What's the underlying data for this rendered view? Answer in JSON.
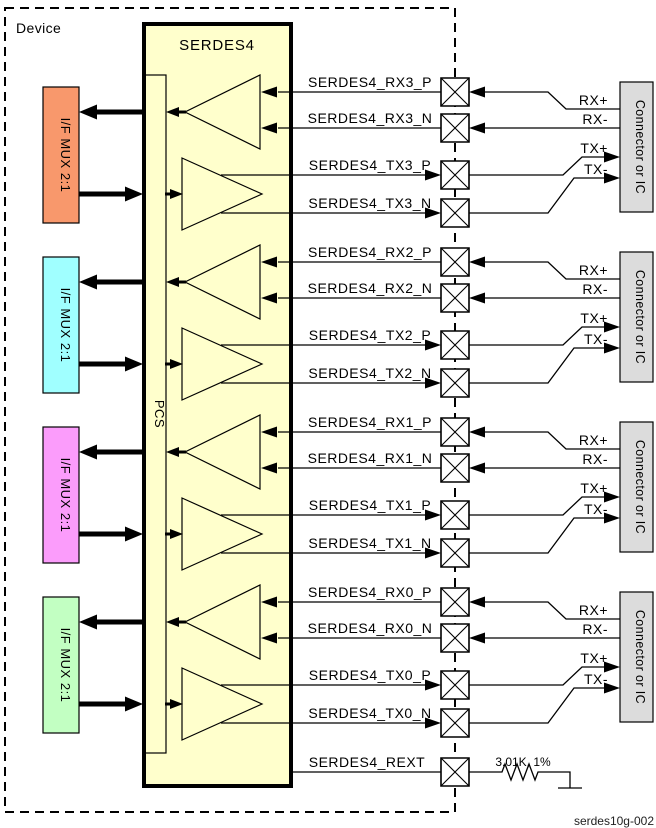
{
  "device_label": "Device",
  "serdes_block": {
    "title": "SERDES4",
    "pcs_label": "PCS"
  },
  "colors": {
    "serdes_fill": "#FFFFCC",
    "connector_fill": "#DCDCDC",
    "mux3": "#F8986C",
    "mux2": "#A0FFFF",
    "mux1": "#FB9CFB",
    "mux0": "#C2FFC2"
  },
  "mux_blocks": [
    {
      "label": "I/F MUX 2:1",
      "color": "#F8986C"
    },
    {
      "label": "I/F MUX 2:1",
      "color": "#A0FFFF"
    },
    {
      "label": "I/F MUX 2:1",
      "color": "#FB9CFB"
    },
    {
      "label": "I/F MUX 2:1",
      "color": "#C2FFC2"
    }
  ],
  "channels": [
    {
      "name": "3",
      "rx_p": "SERDES4_RX3_P",
      "rx_n": "SERDES4_RX3_N",
      "tx_p": "SERDES4_TX3_P",
      "tx_n": "SERDES4_TX3_N",
      "rx_plus": "RX+",
      "rx_minus": "RX-",
      "tx_plus": "TX+",
      "tx_minus": "TX-",
      "connector": "Connector or IC"
    },
    {
      "name": "2",
      "rx_p": "SERDES4_RX2_P",
      "rx_n": "SERDES4_RX2_N",
      "tx_p": "SERDES4_TX2_P",
      "tx_n": "SERDES4_TX2_N",
      "rx_plus": "RX+",
      "rx_minus": "RX-",
      "tx_plus": "TX+",
      "tx_minus": "TX-",
      "connector": "Connector or IC"
    },
    {
      "name": "1",
      "rx_p": "SERDES4_RX1_P",
      "rx_n": "SERDES4_RX1_N",
      "tx_p": "SERDES4_TX1_P",
      "tx_n": "SERDES4_TX1_N",
      "rx_plus": "RX+",
      "rx_minus": "RX-",
      "tx_plus": "TX+",
      "tx_minus": "TX-",
      "connector": "Connector or IC"
    },
    {
      "name": "0",
      "rx_p": "SERDES4_RX0_P",
      "rx_n": "SERDES4_RX0_N",
      "tx_p": "SERDES4_TX0_P",
      "tx_n": "SERDES4_TX0_N",
      "rx_plus": "RX+",
      "rx_minus": "RX-",
      "tx_plus": "TX+",
      "tx_minus": "TX-",
      "connector": "Connector or IC"
    }
  ],
  "rext": {
    "label": "SERDES4_REXT",
    "resistor_value": "3.01K, 1%"
  },
  "footer": {
    "figure_id": "serdes10g-002"
  }
}
